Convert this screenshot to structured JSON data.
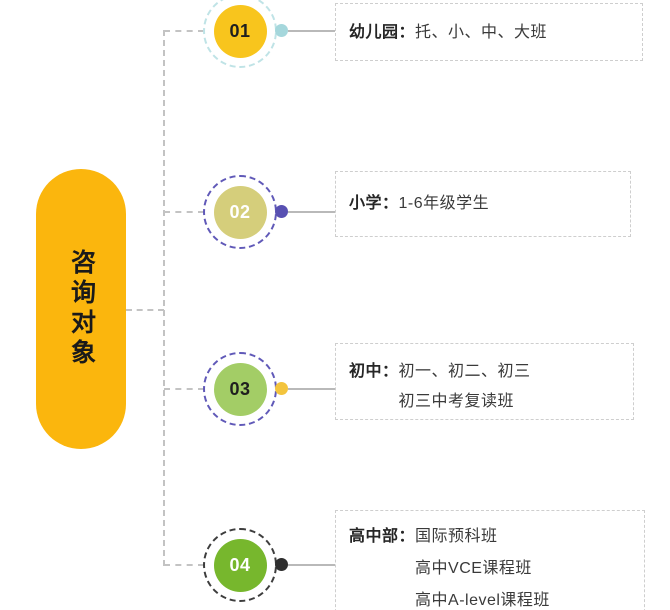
{
  "root": {
    "label": "咨询对象",
    "fill": "#FBB60D",
    "text_color": "#1a1a1a"
  },
  "connector_color": "#c3c3c3",
  "branches": [
    {
      "number": "01",
      "label": "幼儿园：",
      "lines": [
        "托、小、中、大班"
      ],
      "colors": {
        "circle": "#F8C51D",
        "ring": "#BFE3E6",
        "dot": "#A5D7DC",
        "number": "#1f1f1f"
      }
    },
    {
      "number": "02",
      "label": "小学：",
      "lines": [
        "1-6年级学生"
      ],
      "colors": {
        "circle": "#D5CE7B",
        "ring": "#6059B8",
        "dot": "#5850B2",
        "number": "#ffffff"
      }
    },
    {
      "number": "03",
      "label": "初中：",
      "lines": [
        "初一、初二、初三",
        "初三中考复读班"
      ],
      "colors": {
        "circle": "#A3CD66",
        "ring": "#6059B8",
        "dot": "#F3C43D",
        "number": "#1f1f1f"
      }
    },
    {
      "number": "04",
      "label": "高中部：",
      "lines": [
        "国际预科班",
        "高中VCE课程班",
        "高中A-level课程班"
      ],
      "colors": {
        "circle": "#77B72D",
        "ring": "#3d3d3d",
        "dot": "#2e2e2e",
        "number": "#ffffff"
      }
    }
  ]
}
